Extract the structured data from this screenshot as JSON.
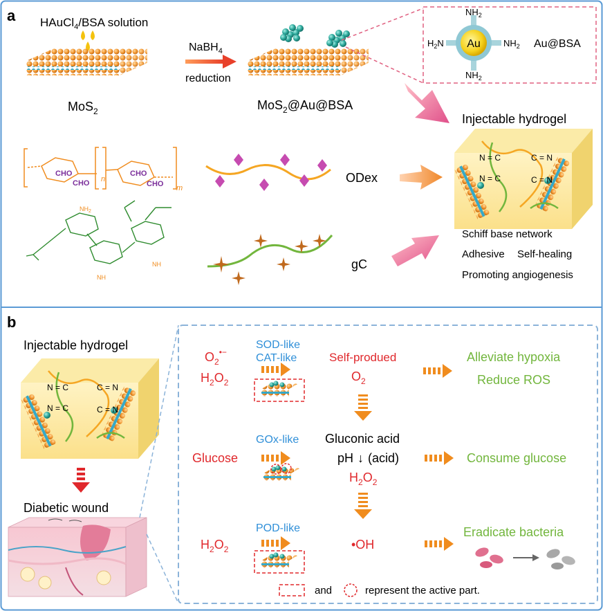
{
  "panel_a": {
    "label": "a",
    "hauccl4_main": "HAuCl",
    "hauccl4_sub": "4",
    "hauccl4_rest": "/BSA solution",
    "nabh4_main": "NaBH",
    "nabh4_sub": "4",
    "reduction": "reduction",
    "mos2_main": "MoS",
    "mos2_sub": "2",
    "mos2au_main": "MoS",
    "mos2au_sub": "2",
    "mos2au_rest": "@Au@BSA",
    "au_center": "Au",
    "nh2_top_main": "NH",
    "nh2_top_sub": "2",
    "nh2_bottom_main": "NH",
    "nh2_bottom_sub": "2",
    "nh2_right_main": "NH",
    "nh2_right_sub": "2",
    "h2n_left_main": "H",
    "h2n_left_sub": "2",
    "h2n_left_rest": "N",
    "aubsa": "Au@BSA",
    "injectable_title": "Injectable hydrogel",
    "odex": "ODex",
    "gc": "gC",
    "cho1": "CHO",
    "cho2": "CHO",
    "cho3": "CHO",
    "cho4": "CHO",
    "sub_n": "n",
    "sub_m": "m",
    "nh2_gc1": "NH",
    "nh2_gc2": "NH",
    "nh2_gc3": "NH",
    "sub_2_gc": "2",
    "bond_1": "N = C",
    "bond_2": "C = N",
    "bond_3": "N = C",
    "bond_4": "C = N",
    "properties": [
      "Schiff base network",
      "Adhesive",
      "Self-healing",
      "Promoting angiogenesis"
    ]
  },
  "panel_b": {
    "label": "b",
    "injectable_title": "Injectable hydrogel",
    "bond_1": "N = C",
    "bond_2": "C = N",
    "bond_3": "N = C",
    "bond_4": "C = N",
    "diabetic_wound": "Diabetic wound",
    "row1": {
      "sub1_main": "O",
      "sub1_sub": "2",
      "sub1_sup": "•−",
      "sub2_main": "H",
      "sub2_s1": "2",
      "sub2_o": "O",
      "sub2_s2": "2",
      "enzyme1": "SOD-like",
      "enzyme2": "CAT-like",
      "product_line1": "Self-produed",
      "product_main": "O",
      "product_sub": "2",
      "outcome1": "Alleviate hypoxia",
      "outcome2": "Reduce ROS"
    },
    "row2": {
      "substrate": "Glucose",
      "enzyme": "GOx-like",
      "product1": "Gluconic acid",
      "ph_label": "pH",
      "ph_arrow": "↓",
      "ph_note": "(acid)",
      "product2_main": "H",
      "product2_s1": "2",
      "product2_o": "O",
      "product2_s2": "2",
      "outcome": "Consume glucose"
    },
    "row3": {
      "sub_main": "H",
      "sub_s1": "2",
      "sub_o": "O",
      "sub_s2": "2",
      "enzyme": "POD-like",
      "product": "•OH",
      "outcome": "Eradicate bacteria"
    },
    "legend_and": "and",
    "legend_text": "represent the active part."
  },
  "colors": {
    "frame": "#5b9bd5",
    "red": "#e0282c",
    "blue": "#2f8fd8",
    "green": "#72b63d",
    "orange": "#f08c1e",
    "gold": "#f7d23a",
    "teal": "#2ba79a",
    "pink_dash": "#e06080",
    "hydrogel": "#fbe69a"
  }
}
